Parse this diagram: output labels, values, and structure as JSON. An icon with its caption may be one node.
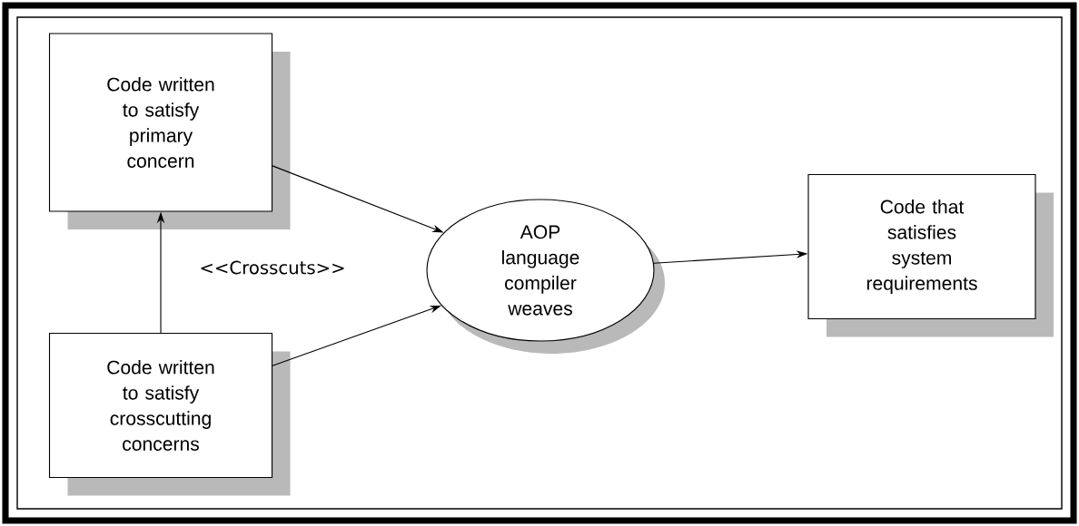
{
  "diagram": {
    "nodes": [
      {
        "text": [
          "Code written to satisfy primary concern"
        ]
      },
      {
        "text": [
          "Code written to satisfy crosscutting concerns"
        ]
      },
      {
        "text": [
          "AOP language compiler weaves"
        ]
      },
      {
        "text": [
          "Code that satisfies system requirements"
        ]
      }
    ],
    "edges": [
      {
        "from": 1,
        "to": 0,
        "arrow": "to",
        "label": "<<Crosscuts>>"
      },
      {
        "from": 0,
        "to": 2,
        "arrow": "to"
      },
      {
        "from": 1,
        "to": 2,
        "arrow": "to"
      },
      {
        "from": 2,
        "to": 3,
        "arrow": "to"
      }
    ]
  }
}
